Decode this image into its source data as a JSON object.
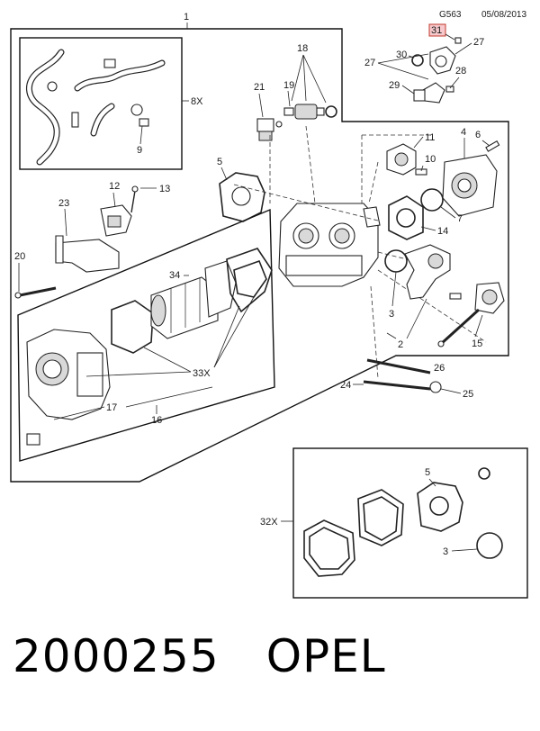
{
  "header": {
    "code": "G563",
    "date": "05/08/2013"
  },
  "callouts": {
    "c1": "1",
    "c2": "2",
    "c3": "3",
    "c4": "4",
    "c5": "5",
    "c6": "6",
    "c7": "7",
    "c8": "8X",
    "c9": "9",
    "c10": "10",
    "c11": "11",
    "c12": "12",
    "c13": "13",
    "c14": "14",
    "c15": "15",
    "c16": "16",
    "c17": "17",
    "c18": "18",
    "c19": "19",
    "c20": "20",
    "c21": "21",
    "c23": "23",
    "c24": "24",
    "c25": "25",
    "c26": "26",
    "c27": "27",
    "c28": "28",
    "c29": "29",
    "c30": "30",
    "c31": "31",
    "c32": "32X",
    "c33": "33X",
    "c34": "34"
  },
  "footer": {
    "part_number": "2000255",
    "brand": "OPEL"
  },
  "colors": {
    "highlight_fill": "#f7c9cc",
    "highlight_stroke": "#c0392b",
    "line": "#222222"
  }
}
